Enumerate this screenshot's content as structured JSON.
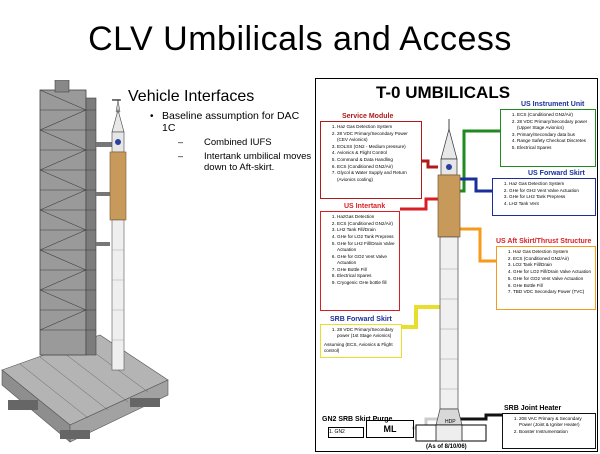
{
  "slide": {
    "title": "CLV Umbilicals and Access",
    "bullet1": "Vehicle Interfaces",
    "bullet2": "Baseline assumption for DAC 1C",
    "bullet3a": "Combined IUFS",
    "bullet3b": "Intertank umbilical moves down to Aft-skirt."
  },
  "panel": {
    "title": "T-0 UMBILICALS",
    "as_of": "(As of 8/10/06)",
    "ml_label": "ML",
    "hdp_label": "HDP",
    "gn2_label": "1.  GN2",
    "service_module": {
      "title": "Service Module",
      "items": [
        "Haz Gas Detection System",
        "28 VDC Primary/Secondary Power (CEV Avionics)",
        "EOLSS (GN2 - Medium pressure)",
        "Avionics & Flight Control",
        "Command & Data Handling",
        "ECS (Conditioned GN2/Air)",
        "Glycol & Water Supply and Return (Avionics cooling)"
      ]
    },
    "us_instrument_unit": {
      "title": "US Instrument Unit",
      "items": [
        "ECS (Conditioned GN2/Air)",
        "28 VDC Primary/Secondary power (Upper Stage Avionics)",
        "Primary/Secondary data bus",
        "Range Safety Checkout Discretes",
        "Electrical Spares"
      ]
    },
    "us_forward_skirt": {
      "title": "US Forward Skirt",
      "items": [
        "Haz Gas Detection System",
        "GHe for GH2 Vent Valve Actuation",
        "GHe for LH2 Tank Prepress",
        "LH2 Tank Vent"
      ]
    },
    "us_intertank": {
      "title": "US Intertank",
      "items": [
        "HazGas Detection",
        "ECS (Conditioned GN2/Air)",
        "LH2 Tank Fill/Drain",
        "GHe for LO2 Tank Prepress",
        "GHe for LH2 Fill/Drain Valve Actuation",
        "GHe for GO2 Vent Valve Actuation",
        "GHe Bottle Fill",
        "Electrical Spares",
        "Cryogenic GHe bottle fill"
      ]
    },
    "us_aft_skirt": {
      "title": "US Aft Skirt/Thrust Structure",
      "items": [
        "Haz Gas Detection System",
        "ECS (Conditioned GN2/Air)",
        "LO2 Tank Fill/Drain",
        "GHe for LO2 Fill/Drain Valve Actuation",
        "GHe for GO2 Vent Valve Actuation",
        "GHe Bottle Fill",
        "TBD VDC Secondary Power (TVC)"
      ]
    },
    "srb_forward_skirt": {
      "title": "SRB Forward Skirt",
      "items": [
        "28 VDC Primary/Secondary power (1st Stage Avionics)"
      ],
      "note": "Assuming (ECS, Avionics & Flight control)"
    },
    "srb_skirt_purge": {
      "title": "GN2 SRB Skirt Purge"
    },
    "srb_joint_heater": {
      "title": "SRB Joint Heater",
      "items": [
        "208 VAC Primary & Secondary Power (Joint & Igniter Heater)",
        "Booster Instrumentation"
      ]
    }
  },
  "colors": {
    "service_module": "#b01a1a",
    "us_instrument_unit": "#1f8a1f",
    "us_forward_skirt": "#1a2f99",
    "us_intertank": "#d81f26",
    "us_aft_skirt": "#f59a1a",
    "srb_forward_skirt": "#e8df2c",
    "srb_purge": "#cccccc",
    "srb_joint_heater": "#111111",
    "vehicle_tan": "#c79a5c"
  }
}
